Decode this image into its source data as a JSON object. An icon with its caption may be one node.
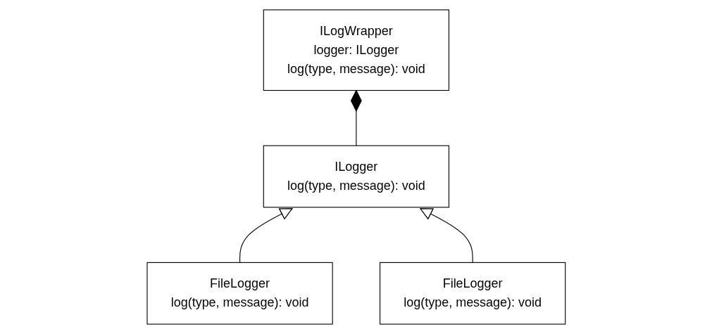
{
  "diagram": {
    "nodes": [
      {
        "text": [
          "ILogger",
          "log(type, message): void"
        ]
      },
      {
        "text": [
          "ILogWrapper",
          "logger: ILogger",
          "log(type, message): void"
        ]
      },
      {
        "text": [
          "FileLogger",
          "log(type, message): void"
        ]
      },
      {
        "text": [
          "FileLogger",
          "log(type, message): void"
        ]
      }
    ],
    "edges": [
      {
        "from": 0,
        "to": 1,
        "arrow": "other"
      },
      {
        "from": 2,
        "to": 0,
        "arrow": "to"
      },
      {
        "from": 3,
        "to": 0,
        "arrow": "to"
      }
    ]
  }
}
